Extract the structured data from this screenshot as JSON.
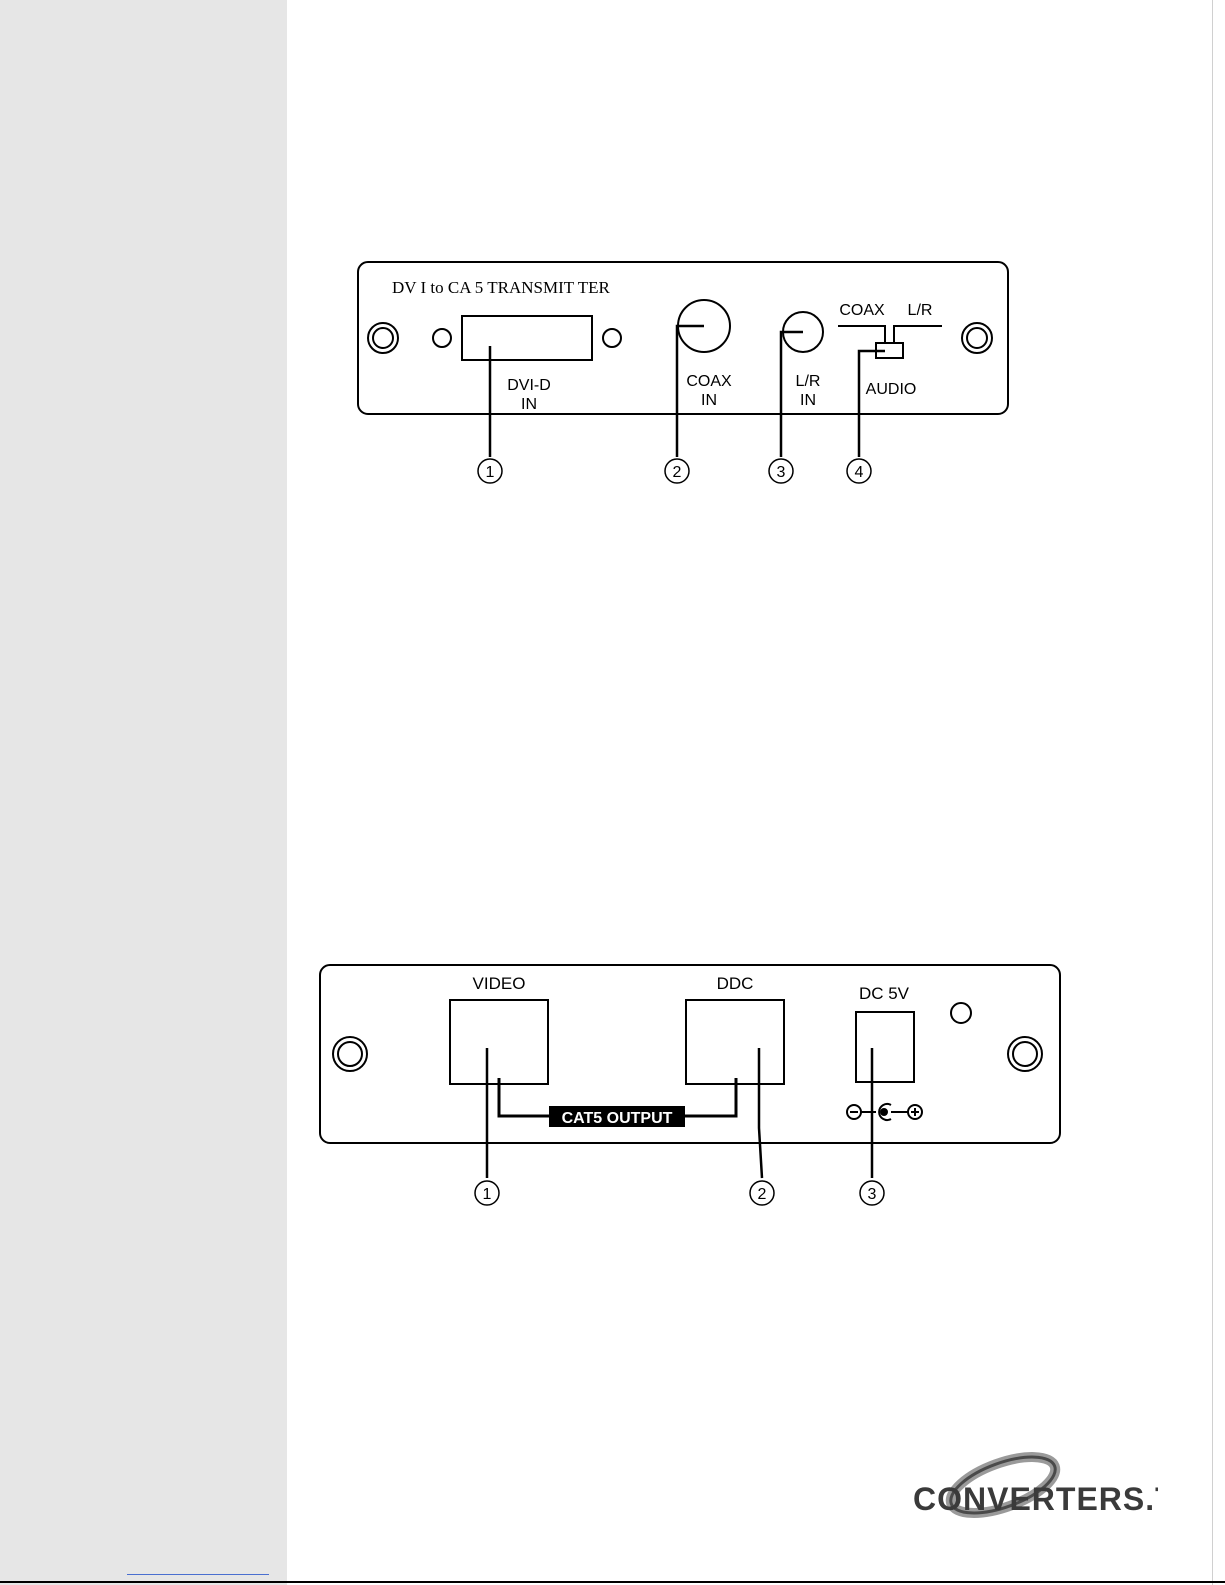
{
  "front_panel": {
    "title": "DV I  to CA 5  TRANSMIT TER",
    "dvi_label_line1": "DVI-D",
    "dvi_label_line2": "IN",
    "coax_label_line1": "COAX",
    "coax_label_line2": "IN",
    "lr_label_line1": "L/R",
    "lr_label_line2": "IN",
    "switch_left": "COAX",
    "switch_right": "L/R",
    "audio_label": "AUDIO",
    "callouts": [
      "1",
      "2",
      "3",
      "4"
    ]
  },
  "rear_panel": {
    "video_label": "VIDEO",
    "ddc_label": "DDC",
    "dc_label": "DC 5V",
    "cat5_label": "CAT5 OUTPUT",
    "callouts": [
      "1",
      "2",
      "3"
    ]
  },
  "logo": {
    "text": "CONVERTERS.TV"
  }
}
